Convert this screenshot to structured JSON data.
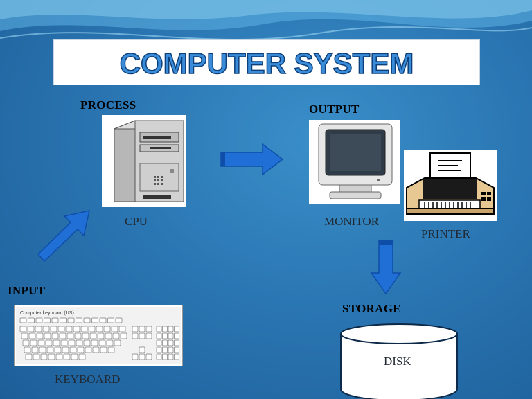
{
  "title": "COMPUTER SYSTEM",
  "headings": {
    "process": "PROCESS",
    "output": "OUTPUT",
    "input": "INPUT",
    "storage": "STORAGE"
  },
  "labels": {
    "cpu": "CPU",
    "monitor": "MONITOR",
    "printer": "PRINTER",
    "keyboard": "KEYBOARD",
    "disk": "DISK"
  },
  "keyboard_caption": "Computer keyboard (US)",
  "colors": {
    "arrow": "#1f6fd6",
    "arrow_dark": "#0f4ea8",
    "title_fill": "#2f7fd1",
    "background": "#2a76b3"
  },
  "icons": {
    "cpu": "tower-computer-icon",
    "monitor": "crt-monitor-icon",
    "printer": "printer-icon",
    "keyboard": "keyboard-icon",
    "disk": "disk-cylinder-icon"
  }
}
